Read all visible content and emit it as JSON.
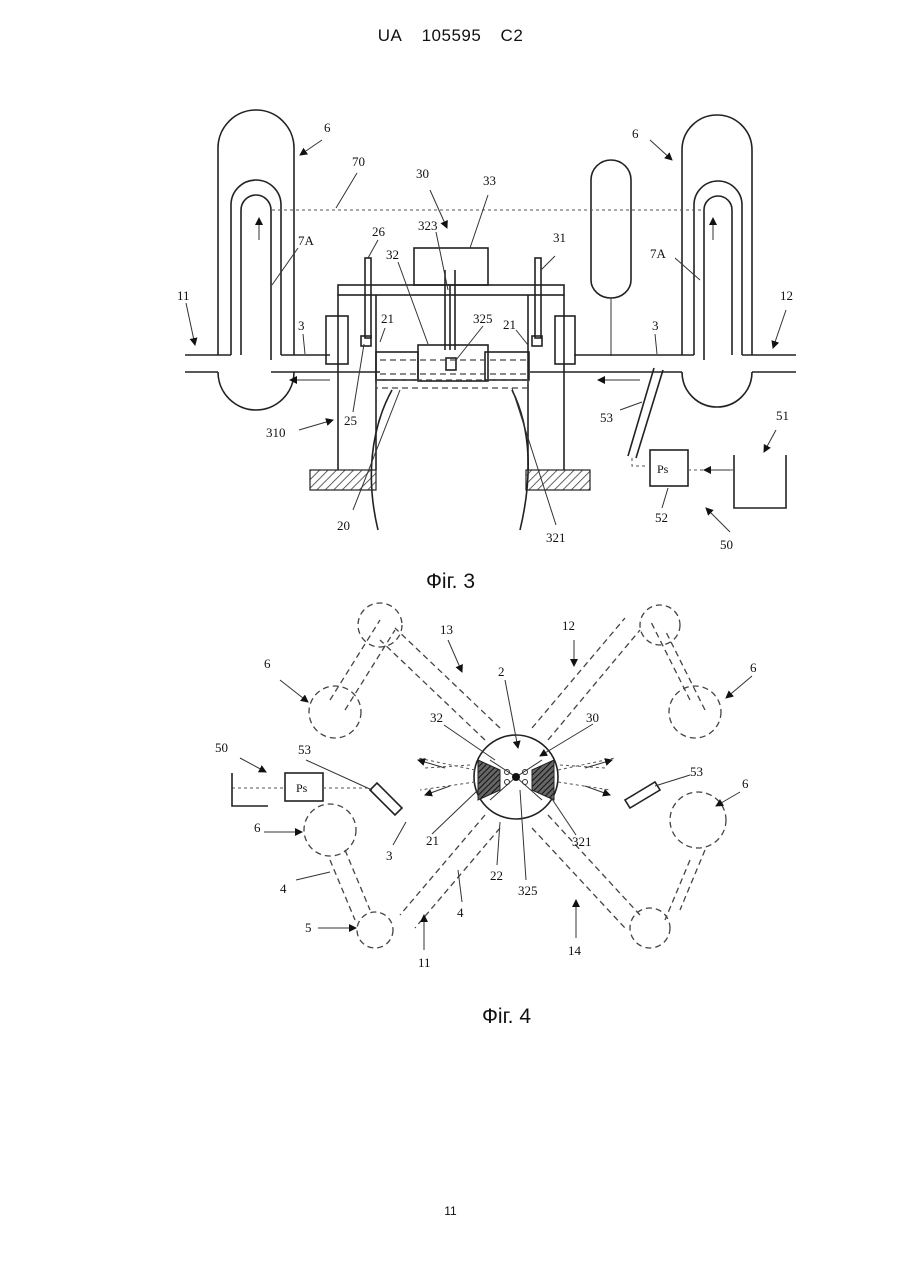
{
  "header": {
    "country": "UA",
    "number": "105595",
    "kind": "C2"
  },
  "fig3": {
    "caption": "Фіг. 3",
    "labels": {
      "l6a": "6",
      "l6b": "6",
      "l70": "70",
      "l30": "30",
      "l33": "33",
      "l323": "323",
      "l26": "26",
      "l32": "32",
      "l31": "31",
      "l7Aa": "7A",
      "l7Ab": "7A",
      "l11": "11",
      "l12": "12",
      "l3a": "3",
      "l3b": "3",
      "l21a": "21",
      "l21b": "21",
      "l325": "325",
      "l25": "25",
      "l310": "310",
      "l53": "53",
      "l51": "51",
      "ps": "Ps",
      "l52": "52",
      "l50": "50",
      "l20": "20",
      "l321": "321"
    }
  },
  "fig4": {
    "caption": "Фіг. 4",
    "labels": {
      "l13": "13",
      "l12": "12",
      "l2": "2",
      "l6a": "6",
      "l6b": "6",
      "l6c": "6",
      "l6d": "6",
      "l32": "32",
      "l30": "30",
      "l50": "50",
      "l53a": "53",
      "l53b": "53",
      "ps": "Ps",
      "l21": "21",
      "l3": "3",
      "l321": "321",
      "l22": "22",
      "l325": "325",
      "l4a": "4",
      "l4b": "4",
      "l5": "5",
      "l11": "11",
      "l14": "14"
    }
  },
  "page_number": "11"
}
